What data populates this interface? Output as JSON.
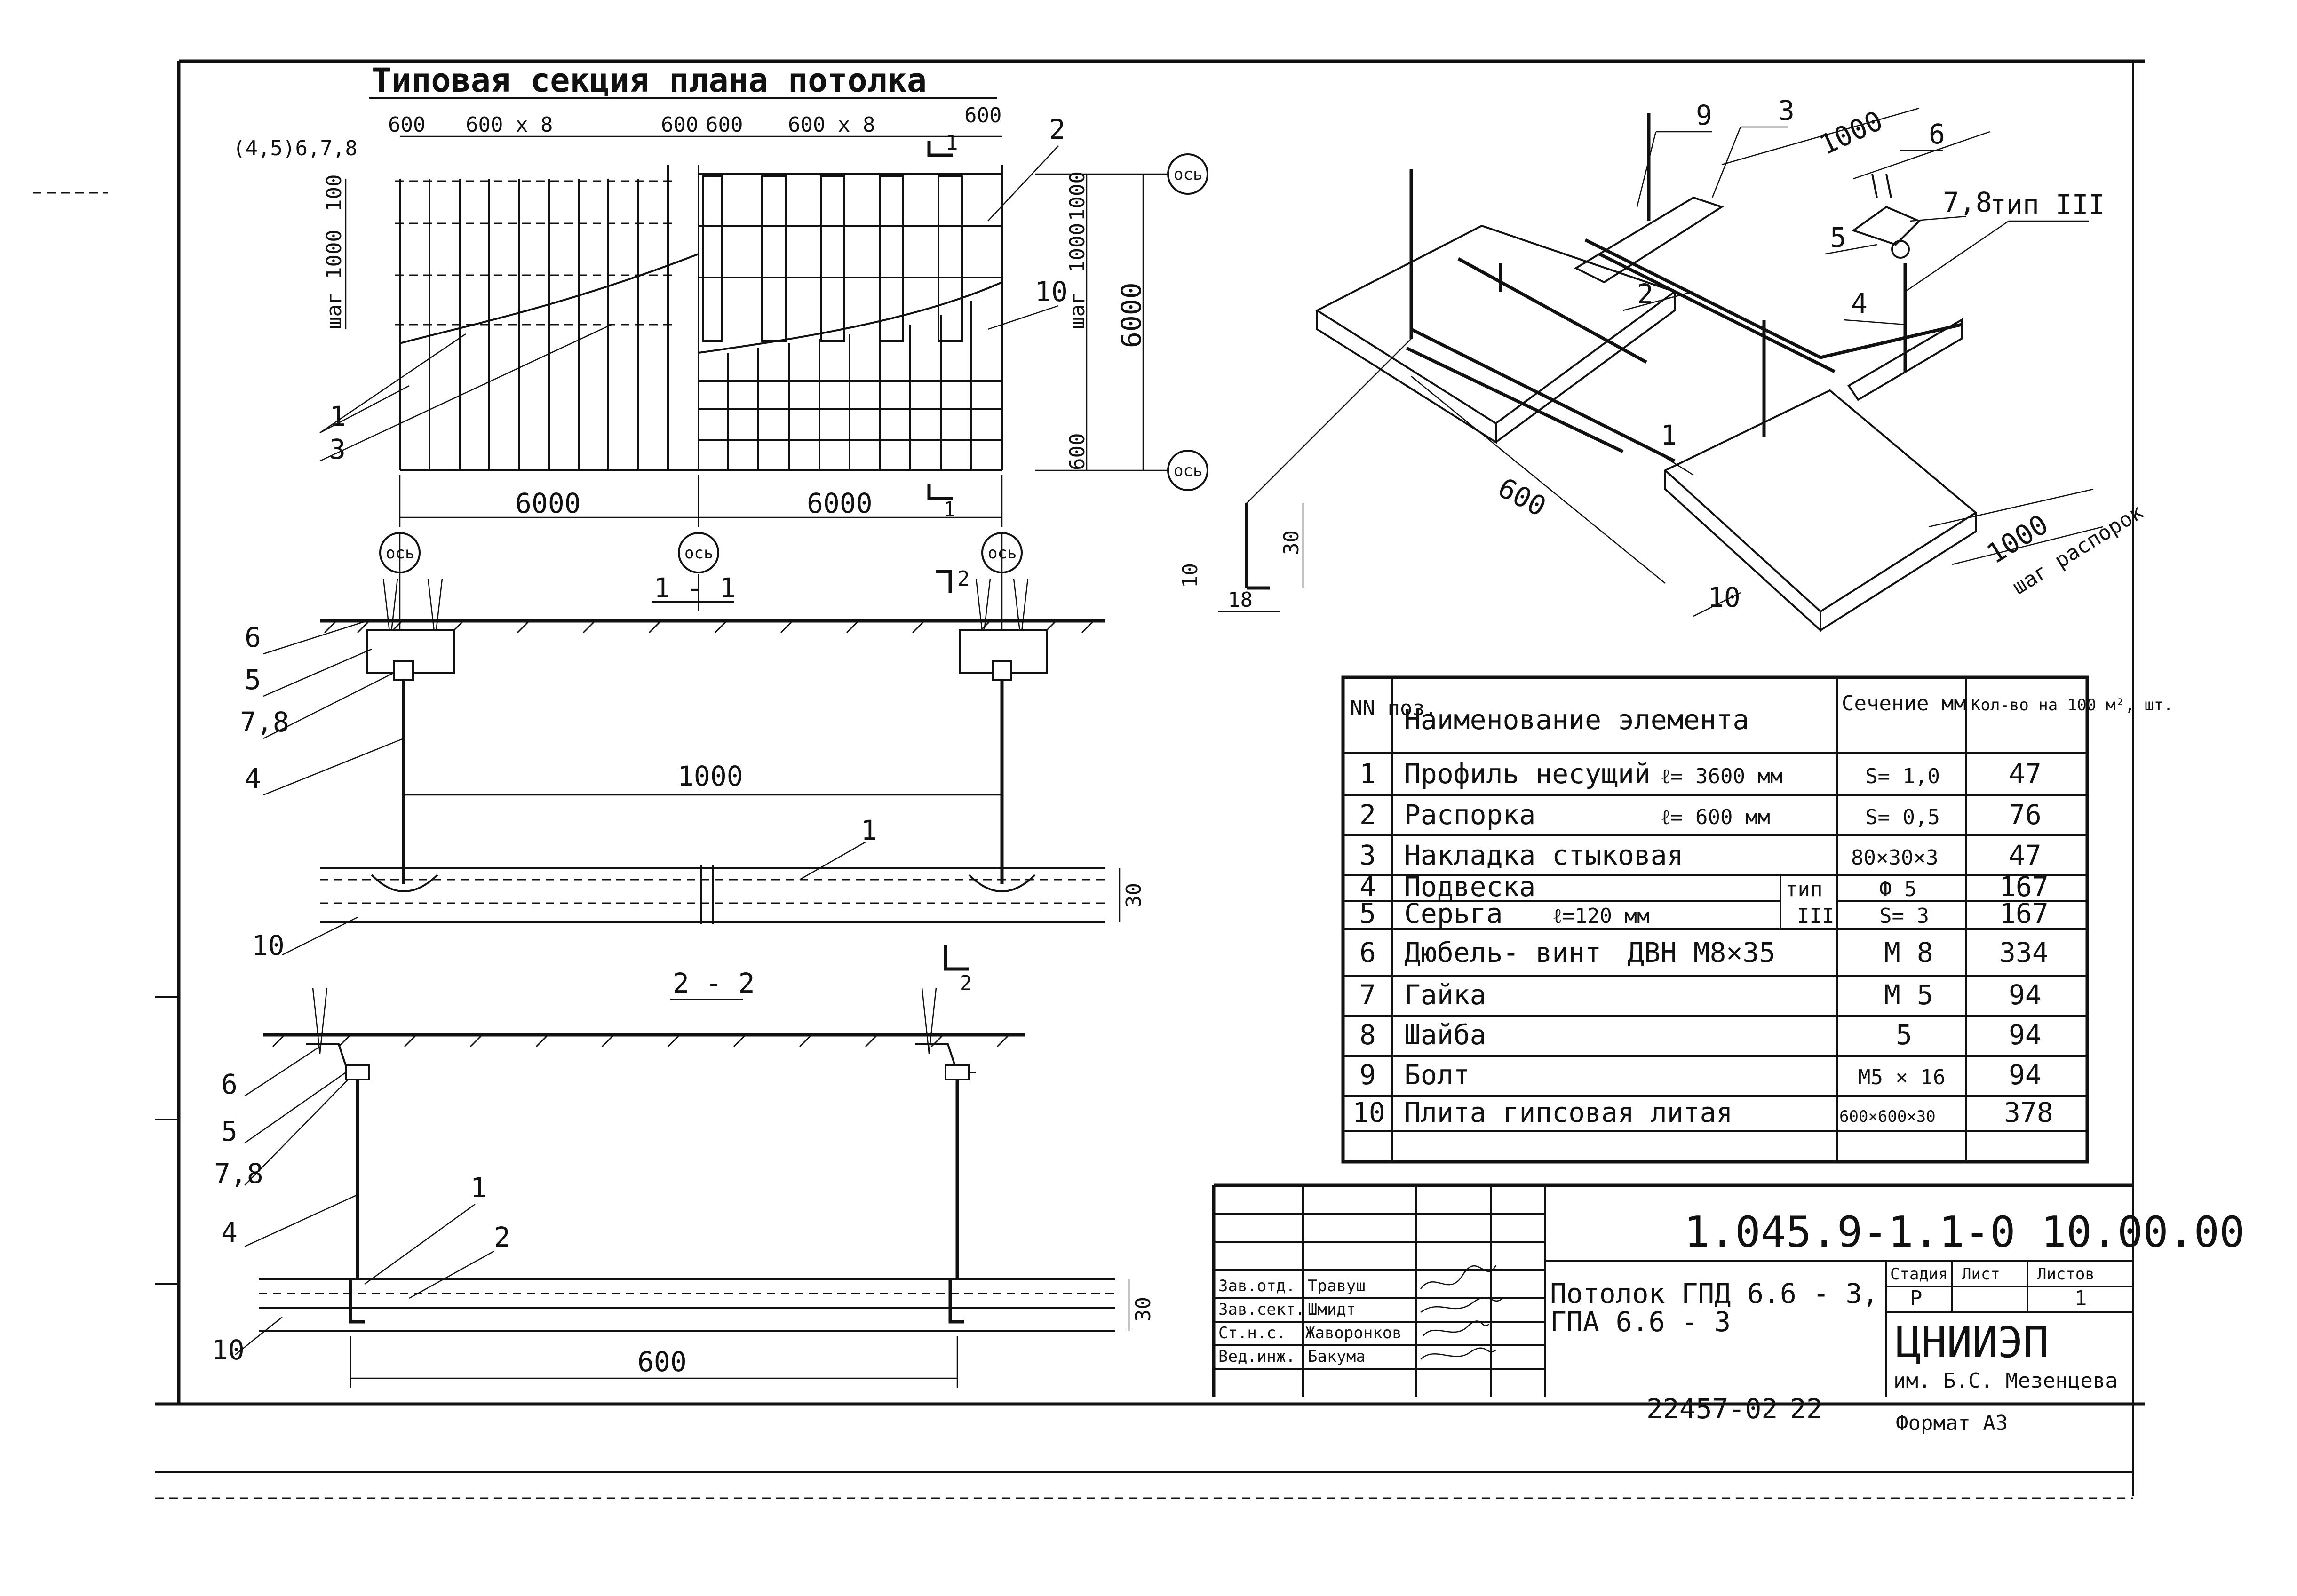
{
  "plan": {
    "title": "Типовая секция плана потолка",
    "dim_top": [
      "600",
      "600 x 8",
      "600",
      "600",
      "600 x 8",
      "600"
    ],
    "items_label": "(4,5)6,7,8",
    "dim_left_1": "100",
    "dim_left_2": "шаг 1000",
    "dim_right_1": "1000",
    "dim_right_2": "1000",
    "dim_right_3": "шаг",
    "dim_right_4": "6000",
    "dim_right_5": "600",
    "dim_bottom": [
      "6000",
      "6000"
    ],
    "axis": "ось",
    "callouts": [
      "1",
      "3",
      "2",
      "10",
      "1"
    ],
    "cut_mark": "1"
  },
  "section11": {
    "title": "1 - 1",
    "span": "1000",
    "thickness": "30",
    "callouts": [
      "6",
      "5",
      "7,8",
      "4",
      "1",
      "10"
    ],
    "cut_mark": "2"
  },
  "section22": {
    "title": "2 - 2",
    "span": "600",
    "thickness": "30",
    "callouts": [
      "6",
      "5",
      "7,8",
      "4",
      "1",
      "2",
      "10"
    ]
  },
  "iso": {
    "callouts": [
      "9",
      "3",
      "6",
      "5",
      "7,8",
      "2",
      "4",
      "1",
      "10"
    ],
    "type_label": "тип III",
    "dim_1000": "1000",
    "dim_600": "600",
    "dim_step_value": "1000",
    "dim_step": "шаг распорок",
    "profile_dims": [
      "30",
      "18",
      "10"
    ]
  },
  "spec": {
    "headers": {
      "nn": "NN поз.",
      "name": "Наименование элемента",
      "section": "Сечение мм",
      "qty": "Кол-во на 100 м², шт."
    },
    "rows": [
      {
        "n": "1",
        "name": "Профиль несущий",
        "extra": "ℓ= 3600 мм",
        "section": "S= 1,0",
        "qty": "47"
      },
      {
        "n": "2",
        "name": "Распорка",
        "extra": "ℓ= 600 мм",
        "section": "S= 0,5",
        "qty": "76"
      },
      {
        "n": "3",
        "name": "Накладка стыковая",
        "extra": "",
        "section": "80×30×3",
        "qty": "47"
      },
      {
        "n": "4",
        "name": "Подвеска",
        "extra": "",
        "section": "Ф 5",
        "qty": "167"
      },
      {
        "n": "5",
        "name": "Серьга",
        "extra": "ℓ=120 мм",
        "section": "S= 3",
        "qty": "167"
      },
      {
        "n": "6",
        "name": "Дюбель- винт",
        "extra": "ДВН М8×35",
        "section": "М 8",
        "qty": "334"
      },
      {
        "n": "7",
        "name": "Гайка",
        "extra": "",
        "section": "М 5",
        "qty": "94"
      },
      {
        "n": "8",
        "name": "Шайба",
        "extra": "",
        "section": "5",
        "qty": "94"
      },
      {
        "n": "9",
        "name": "Болт",
        "extra": "",
        "section": "М5 × 16",
        "qty": "94"
      },
      {
        "n": "10",
        "name": "Плита гипсовая литая",
        "extra": "",
        "section": "600×600×30",
        "qty": "378"
      }
    ],
    "type_col_label": "тип",
    "type_col_value": "III"
  },
  "stamp": {
    "code": "1.045.9-1.1-0 10.00.00",
    "roles": [
      "Зав.отд.",
      "Зав.сект.",
      "Ст.н.с.",
      "Вед.инж."
    ],
    "names": [
      "Травуш",
      "Шмидт",
      "Жаворонков",
      "Бакума"
    ],
    "title_line1": "Потолок ГПД 6.6 - 3,",
    "title_line2": "ГПА 6.6 - 3",
    "stage_label": "Стадия",
    "sheet_label": "Лист",
    "sheets_label": "Листов",
    "stage_value": "Р",
    "sheets_value": "1",
    "org": "ЦНИИЭП",
    "org_sub": "им. Б.С. Мезенцева",
    "format": "Формат А3",
    "archive": "22457-02",
    "page_no": "22"
  }
}
